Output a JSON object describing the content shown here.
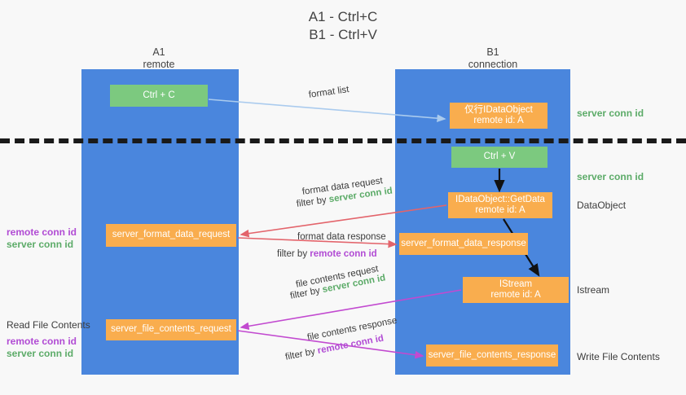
{
  "title": {
    "line1": "A1 - Ctrl+C",
    "line2": "B1 - Ctrl+V"
  },
  "columns": [
    {
      "name": "A1",
      "sub": "remote"
    },
    {
      "name": "B1",
      "sub": "connection"
    }
  ],
  "colors": {
    "lane": "#4a86dd",
    "green_box": "#7cc97f",
    "orange_box": "#f9ad4e",
    "server_conn_text": "#5cab68",
    "remote_conn_text": "#b14bd4",
    "background": "#f8f8f8",
    "divider": "#1a1a1a",
    "arrow_format_list": "#aacbee",
    "arrow_format_data": "#e3646b",
    "arrow_file_contents": "#c24ad0",
    "arrow_flow": "#000000"
  },
  "nodes": {
    "ctrl_c": {
      "line1": "Ctrl + C",
      "line2": ""
    },
    "idataobject": {
      "line1": "仅行IDataObject",
      "line2": "remote id: A"
    },
    "ctrl_v": {
      "line1": "Ctrl + V",
      "line2": ""
    },
    "getdata": {
      "line1": "IDataObject::GetData",
      "line2": "remote id: A"
    },
    "format_data_request": {
      "line1": "server_format_data_request",
      "line2": ""
    },
    "format_data_response": {
      "line1": "server_format_data_response",
      "line2": ""
    },
    "istream": {
      "line1": "IStream",
      "line2": "remote id: A"
    },
    "file_contents_request": {
      "line1": "server_file_contents_request",
      "line2": ""
    },
    "file_contents_response": {
      "line1": "server_file_contents_response",
      "line2": ""
    }
  },
  "annotations": {
    "server_conn_id_top": "server conn id",
    "server_conn_id_mid": "server conn id",
    "dataobject": "DataObject",
    "istream": "Istream",
    "write_file_contents": "Write File Contents",
    "read_file_contents": "Read File Contents",
    "remote_conn_id": "remote conn id",
    "server_conn_id": "server conn id"
  },
  "edges": {
    "format_list": "format list",
    "format_data_request": "format data request",
    "format_data_request_filter_prefix": "filter by ",
    "format_data_request_filter_value": "server conn id",
    "format_data_response": "format data response",
    "format_data_response_filter_prefix": "filter by ",
    "format_data_response_filter_value": "remote conn id",
    "file_contents_request": "file contents request",
    "file_contents_request_filter_prefix": "filter by ",
    "file_contents_request_filter_value": "server conn id",
    "file_contents_response": "file contents response",
    "file_contents_response_filter_prefix": "filter by ",
    "file_contents_response_filter_value": "remote conn id"
  }
}
